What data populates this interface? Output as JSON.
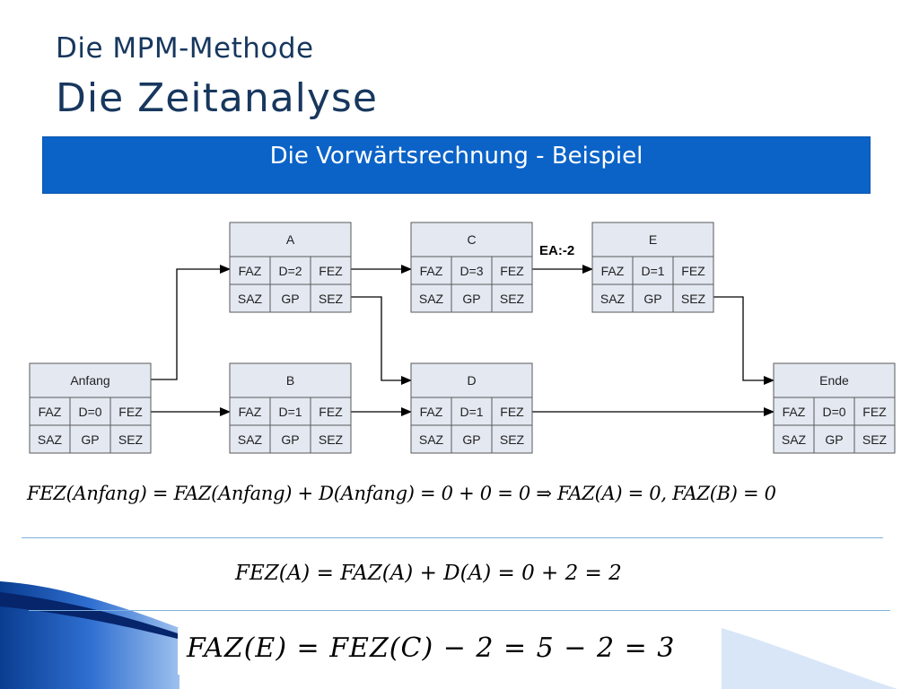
{
  "title": {
    "line1": "Die MPM-Methode",
    "line2": "Die Zeitanalyse"
  },
  "banner": {
    "text": "Die Vorwärtsrechnung - Beispiel"
  },
  "diagram": {
    "nodes": [
      {
        "id": "anfang",
        "name": "Anfang",
        "row1": [
          "FAZ",
          "D=0",
          "FEZ"
        ],
        "row2": [
          "SAZ",
          "GP",
          "SEZ"
        ]
      },
      {
        "id": "a",
        "name": "A",
        "row1": [
          "FAZ",
          "D=2",
          "FEZ"
        ],
        "row2": [
          "SAZ",
          "GP",
          "SEZ"
        ]
      },
      {
        "id": "b",
        "name": "B",
        "row1": [
          "FAZ",
          "D=1",
          "FEZ"
        ],
        "row2": [
          "SAZ",
          "GP",
          "SEZ"
        ]
      },
      {
        "id": "c",
        "name": "C",
        "row1": [
          "FAZ",
          "D=3",
          "FEZ"
        ],
        "row2": [
          "SAZ",
          "GP",
          "SEZ"
        ]
      },
      {
        "id": "d",
        "name": "D",
        "row1": [
          "FAZ",
          "D=1",
          "FEZ"
        ],
        "row2": [
          "SAZ",
          "GP",
          "SEZ"
        ]
      },
      {
        "id": "e",
        "name": "E",
        "row1": [
          "FAZ",
          "D=1",
          "FEZ"
        ],
        "row2": [
          "SAZ",
          "GP",
          "SEZ"
        ]
      },
      {
        "id": "ende",
        "name": "Ende",
        "row1": [
          "FAZ",
          "D=0",
          "FEZ"
        ],
        "row2": [
          "SAZ",
          "GP",
          "SEZ"
        ]
      }
    ],
    "edges": [
      {
        "from": "anfang",
        "to": "a"
      },
      {
        "from": "anfang",
        "to": "b"
      },
      {
        "from": "a",
        "to": "c"
      },
      {
        "from": "a",
        "to": "d"
      },
      {
        "from": "b",
        "to": "d"
      },
      {
        "from": "c",
        "to": "e",
        "label": "EA:-2"
      },
      {
        "from": "d",
        "to": "ende"
      },
      {
        "from": "e",
        "to": "ende"
      }
    ]
  },
  "formulas": {
    "f1": "FEZ(Anfang) = FAZ(Anfang) + D(Anfang) = 0 + 0 = 0 ⇒ FAZ(A) = 0, FAZ(B) = 0",
    "f2": "FEZ(A) = FAZ(A) + D(A) = 0 + 2 = 2",
    "f3": "FAZ(E) = FEZ(C) − 2 = 5 − 2 = 3"
  },
  "colors": {
    "title": "#17375e",
    "banner": "#0b63c8",
    "node_fill": "#e3e8f1",
    "node_border": "#5a5a5a",
    "swoosh": "#1f4fa0"
  }
}
